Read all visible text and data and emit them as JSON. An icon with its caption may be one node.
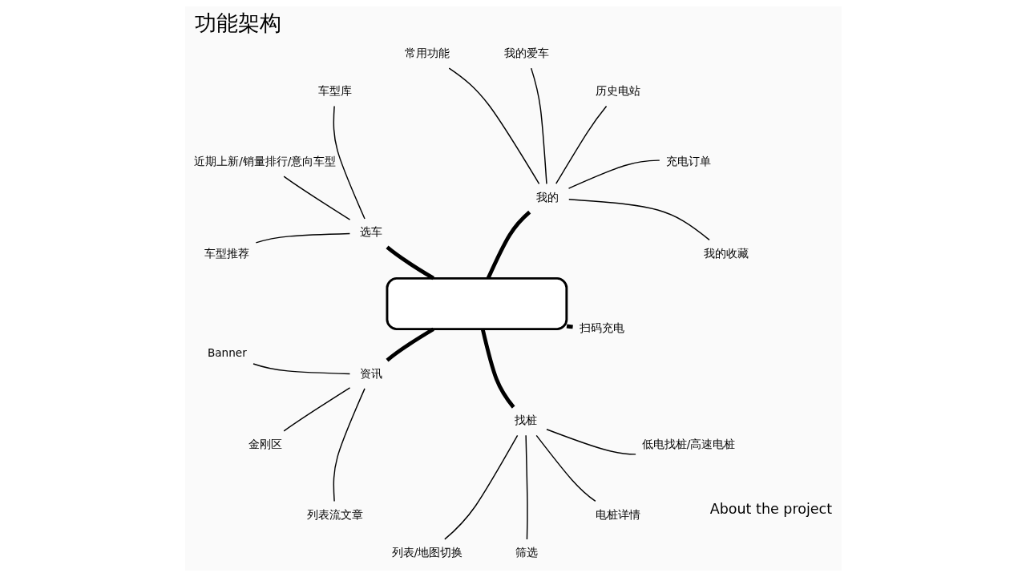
{
  "diagram": {
    "title": "功能架构",
    "nodes": [
      {
        "text": [],
        "shape": "box"
      },
      {
        "text": [
          "我的"
        ]
      },
      {
        "text": [
          "我的收藏"
        ]
      },
      {
        "text": [
          "充电订单"
        ]
      },
      {
        "text": [
          "历史电站"
        ]
      },
      {
        "text": [
          "我的爱车"
        ]
      },
      {
        "text": [
          "常用功能"
        ]
      },
      {
        "text": [
          "选车"
        ]
      },
      {
        "text": [
          "车型库"
        ]
      },
      {
        "text": [
          "近期上新/销量排行/意向车型"
        ]
      },
      {
        "text": [
          "车型推荐"
        ]
      },
      {
        "text": [
          "资讯"
        ]
      },
      {
        "text": [
          "Banner"
        ]
      },
      {
        "text": [
          "金刚区"
        ]
      },
      {
        "text": [
          "列表流文章"
        ]
      },
      {
        "text": [
          "找桩"
        ]
      },
      {
        "text": [
          "列表/地图切换"
        ]
      },
      {
        "text": [
          "筛选"
        ]
      },
      {
        "text": [
          "电桩详情"
        ]
      },
      {
        "text": [
          "低电找桩/高速电桩"
        ]
      },
      {
        "text": [
          "扫码充电"
        ]
      }
    ],
    "edges": [
      {
        "from": 0,
        "to": 1,
        "arrow": "none",
        "style": "thick"
      },
      {
        "from": 1,
        "to": 2,
        "arrow": "none"
      },
      {
        "from": 1,
        "to": 3,
        "arrow": "none"
      },
      {
        "from": 1,
        "to": 4,
        "arrow": "none"
      },
      {
        "from": 1,
        "to": 5,
        "arrow": "none"
      },
      {
        "from": 1,
        "to": 6,
        "arrow": "none"
      },
      {
        "from": 0,
        "to": 7,
        "arrow": "none",
        "style": "thick"
      },
      {
        "from": 7,
        "to": 8,
        "arrow": "none"
      },
      {
        "from": 7,
        "to": 9,
        "arrow": "none"
      },
      {
        "from": 7,
        "to": 10,
        "arrow": "none"
      },
      {
        "from": 0,
        "to": 11,
        "arrow": "none",
        "style": "thick"
      },
      {
        "from": 11,
        "to": 12,
        "arrow": "none"
      },
      {
        "from": 11,
        "to": 13,
        "arrow": "none"
      },
      {
        "from": 11,
        "to": 14,
        "arrow": "none"
      },
      {
        "from": 0,
        "to": 15,
        "arrow": "none",
        "style": "thick"
      },
      {
        "from": 15,
        "to": 16,
        "arrow": "none"
      },
      {
        "from": 15,
        "to": 17,
        "arrow": "none"
      },
      {
        "from": 15,
        "to": 18,
        "arrow": "none"
      },
      {
        "from": 15,
        "to": 19,
        "arrow": "none"
      },
      {
        "from": 0,
        "to": 20,
        "arrow": "none",
        "style": "thick"
      }
    ],
    "labels": [
      "About the project"
    ]
  }
}
